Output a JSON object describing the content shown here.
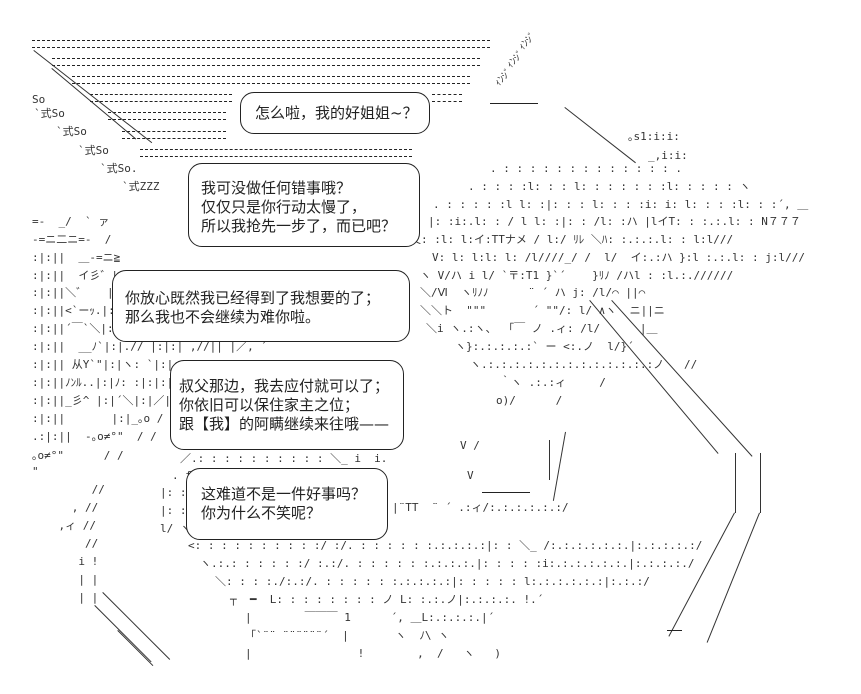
{
  "bubbles": [
    {
      "lines": [
        "怎么啦，我的好姐姐~？"
      ]
    },
    {
      "lines": [
        "我可没做任何错事哦？",
        "仅仅只是你行动太慢了，",
        "所以我抢先一步了，而已吧？"
      ]
    },
    {
      "lines": [
        "你放心既然我已经得到了我想要的了；",
        "那么我也不会继续为难你啦。"
      ]
    },
    {
      "lines": [
        "叔父那边，我去应付就可以了；",
        "你依旧可以保住家主之位；",
        "跟【我】的阿瞒继续来往哦——"
      ]
    },
    {
      "lines": [
        "这难道不是一件好事吗？",
        "你为什么不笑呢？"
      ]
    }
  ],
  "art": {
    "sfx_top_right": [
      "ｨﾝｼﾞ",
      "ｨﾝｼﾞ",
      "ｨﾝｼﾞ"
    ],
    "sfx_left": [
      "So",
      "`式So",
      "`式So",
      "`式So",
      "`式So.",
      "`式ZZZ"
    ],
    "coin_text": [
      "｡s1:i:i:",
      "_,i:i:"
    ],
    "right_face": [
      ". : : : : : : : : : : : : : .",
      ". : : : :l: : : l: : : : : : :l: : : : : ヽ",
      ". : : : : :l l: :|: : : l: : : :i: i: l: : : :l: : :´, ＿",
      "|: :i:.l: : / l l: :|: : /l: :ハ |lイT: : :.:.l: : N７７７",
      "乂: :l: l:イ:TTナメ / l:/ ﾘﾚ ＼ﾊ: :.:.:.l: : l:l///",
      "V: l: l:l: l: /l////_/ /  l/  イ:.:ハ }:l :.:.l: : j:l///",
      "ヽ V/ハ i l/ `〒:T1 }`´    }ﾘﾉ /ハl : :l.:.//////",
      "＼/Ⅵ  ヽﾘﾉﾉ      ¨ ´ ハ j: /l/⌒ ||⌒",
      "＼＼ト  \"\"\"       ´ \"\"/: l/ ∧ヽ  ニ||ニ",
      "＼i ヽ.:ヽ、 「￣ ノ .ィ: /l/      |＿",
      "ヽ}:.:.:.:.:` ー <:.ノ  l/}´",
      "ヽ.:.:.:.:.:.:.:.:.:.:.:.:.:ノ   //",
      "｀ヽ .:.:ィ     /",
      "o)/      /"
    ],
    "left_column": [
      "=-  _/  ` ァ",
      "-=ニ二ニ=-  /",
      ":|:||  ＿-=ニ≧",
      ":|:||  イ彡゛|:|f",
      ":|:||＼゛   |:||",
      ":|:||<`ーｯ.|:||",
      ":|:||´￣`＼|:|ヽ",
      ":|:||  __ﾉ`|:|.// |:|:| ,//|| |／, ´",
      ":|:|| 从Y`\"|:|ヽ: `|:|:|'/f",
      ":|:||ﾉﾝﾙ..|:|ﾉ: :|:|:|ﾉ|",
      ":|:||_彡^ |:|´＼|:|／|",
      ":|:||       |:|_｡o / /|",
      ".:|:||  -｡o≠°\"  / /  ヽ",
      "｡o≠°\"      / /",
      "\"",
      "         //",
      "      , //",
      "    ,ィ //",
      "        //",
      "       i !",
      "       | |",
      "       | |"
    ],
    "lower_body": [
      "／.: : : : : : : : : : ＼_ i  i.",
      ". f",
      "|: : :|",
      "|: : |",
      "l/ ヽ",
      "<: : : : : : : : : :/ :/. : : : : : :.:.:.:.:|: : ＼_ /:.:.:.:.:.:.|:.:.:.:.:/",
      "ヽ.:.: : : : : :/ :.:/. : : : : : :.:.:.:.|: : : : :i:.:.:.:.:.:.|:.:.:.:./",
      "＼: : : :./:.:/. : : : : : :.:.:.:.:|: : : : : l:.:.:.:.:.:|:.:.:/",
      "┬  ━  L: : : : : : : : ノ L: :.:.ノ|:.:.:.:. !.´",
      "|        ￣￣￣ 1      ´, ＿L:.:.:.:.|´",
      "「`¨¨ ¨¨¨¨¨¨´  |       ヽ  ﾉ\\ ヽ",
      "|                !        ,  /   ヽ   )"
    ],
    "tt_mark": "|¨TT  ¨ ´ .:ィ/:.:.:.:.:.:/",
    "right_hair": "V /",
    "right_hair2": "V"
  }
}
